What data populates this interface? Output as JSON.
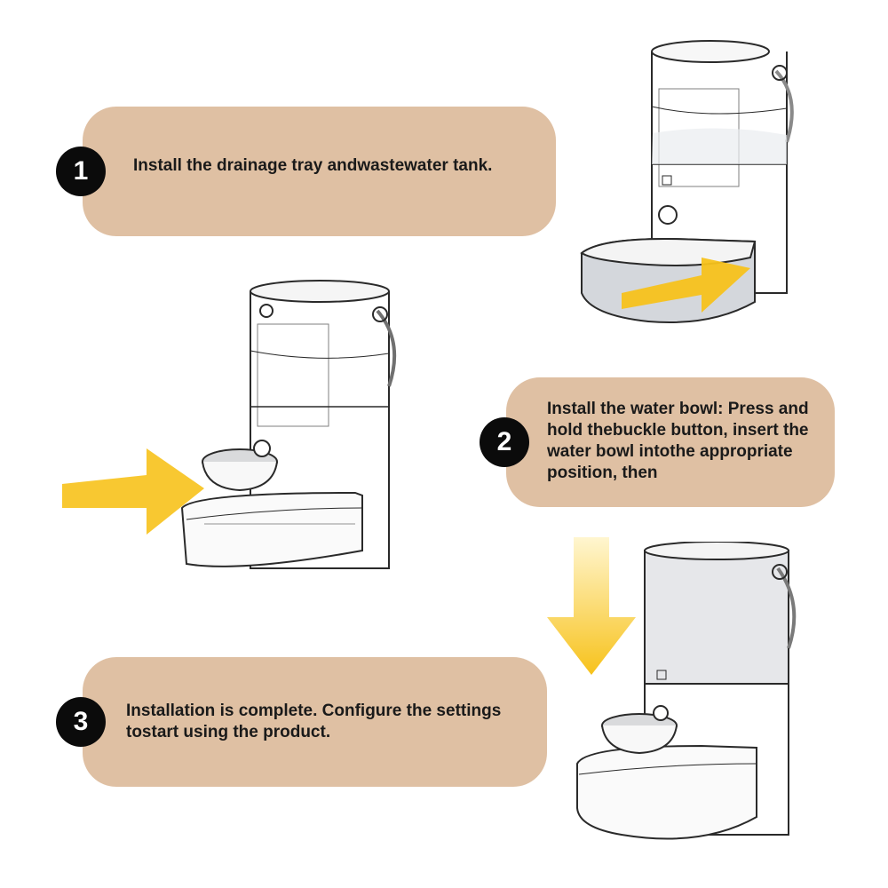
{
  "steps": [
    {
      "number": "1",
      "text": "Install the drainage tray andwastewater tank."
    },
    {
      "number": "2",
      "text": "Install the water bowl: Press and hold thebuckle button, insert the water bowl intothe appropriate position, then"
    },
    {
      "number": "3",
      "text": "Installation is complete. Configure the settings tostart using the product."
    }
  ],
  "colors": {
    "pill": "#dfc0a3",
    "badge": "#0b0b0b",
    "arrow": "#f7c21b"
  },
  "icons": {
    "arrow_right": "arrow-right-icon",
    "arrow_down": "arrow-down-icon"
  }
}
